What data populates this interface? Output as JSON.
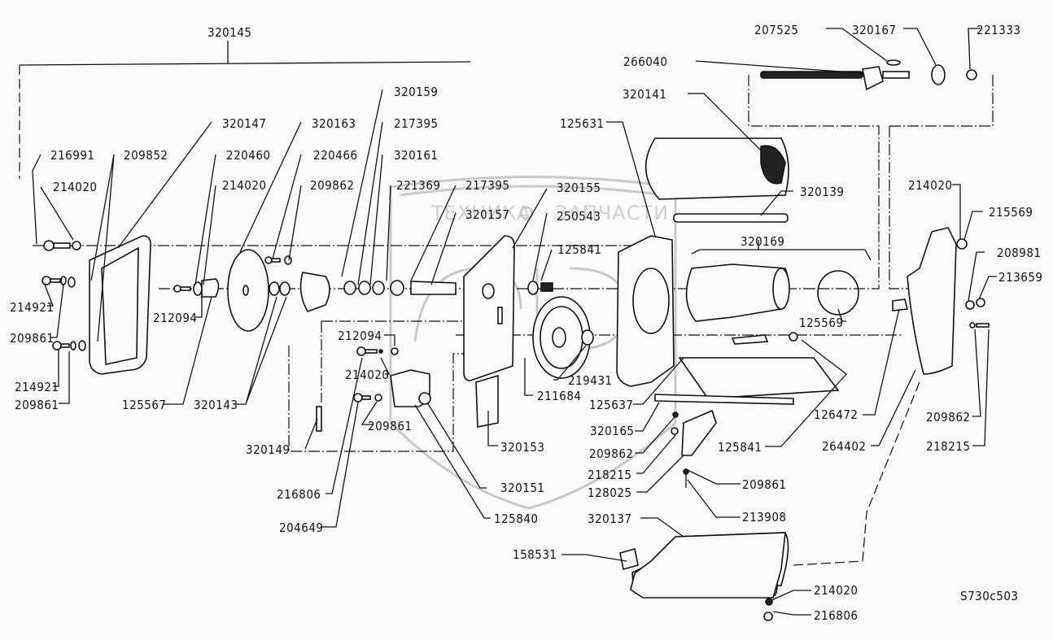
{
  "diagram": {
    "title_part": "320145",
    "drawing_code": "S730c503",
    "watermark": {
      "left_text": "ТЕХНИКА",
      "right_text": "ЗАПЧАСТИ",
      "gear_icon": "gear-icon"
    },
    "labels": {
      "p216991": "216991",
      "p209852": "209852",
      "p214020_a": "214020",
      "p320147": "320147",
      "p220460": "220460",
      "p214020_b": "214020",
      "p320163": "320163",
      "p220466": "220466",
      "p209862_a": "209862",
      "p320159": "320159",
      "p217395_a": "217395",
      "p320161": "320161",
      "p221369": "221369",
      "p217395_b": "217395",
      "p320157": "320157",
      "p320155": "320155",
      "p250543": "250543",
      "p125841_a": "125841",
      "p125631": "125631",
      "p320141": "320141",
      "p266040": "266040",
      "p207525": "207525",
      "p320167": "320167",
      "p221333": "221333",
      "p320139": "320139",
      "p320169": "320169",
      "p125569": "125569",
      "p214020_c": "214020",
      "p215569": "215569",
      "p208981": "208981",
      "p213659": "213659",
      "p214921_a": "214921",
      "p209861_a": "209861",
      "p214921_b": "214921",
      "p209861_b": "209861",
      "p212094_a": "212094",
      "p125567": "125567",
      "p320143": "320143",
      "p212094_b": "212094",
      "p214020_d": "214020",
      "p209861_c": "209861",
      "p320149": "320149",
      "p216806_a": "216806",
      "p204649": "204649",
      "p320151": "320151",
      "p125840": "125840",
      "p320153": "320153",
      "p211684": "211684",
      "p219431": "219431",
      "p125637": "125637",
      "p320165": "320165",
      "p209862_b": "209862",
      "p218215_a": "218215",
      "p128025": "128025",
      "p125841_b": "125841",
      "p209861_d": "209861",
      "p213908": "213908",
      "p126472": "126472",
      "p264402": "264402",
      "p209862_c": "209862",
      "p218215_b": "218215",
      "p320137": "320137",
      "p158531": "158531",
      "p214020_e": "214020",
      "p216806_b": "216806"
    }
  }
}
